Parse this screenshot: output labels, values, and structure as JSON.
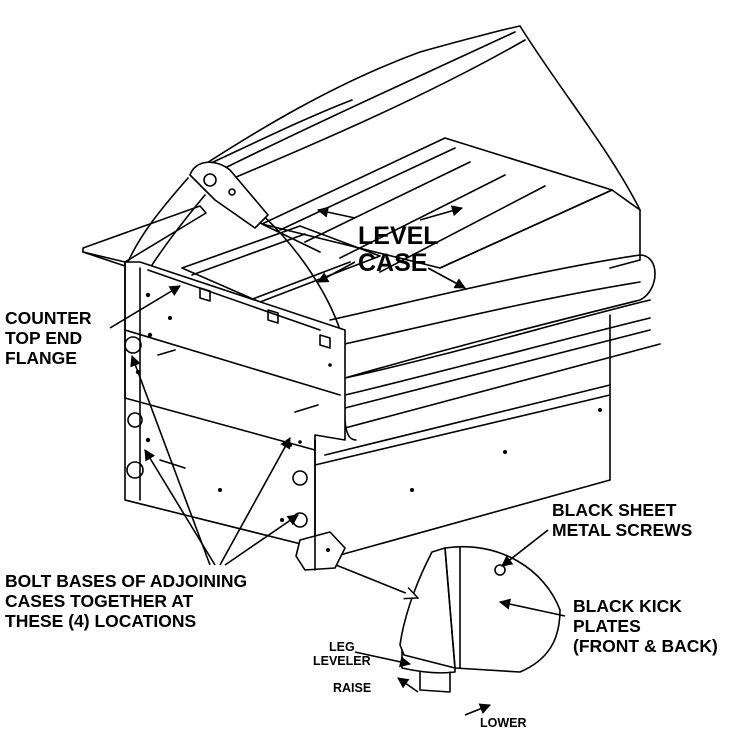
{
  "labels": {
    "level_case": [
      "LEVEL",
      "CASE"
    ],
    "counter_top_end_flange": [
      "COUNTER",
      "TOP END",
      "FLANGE"
    ],
    "bolt_bases": [
      "BOLT BASES OF ADJOINING",
      "CASES TOGETHER AT",
      "THESE (4) LOCATIONS"
    ],
    "black_sheet_metal_screws": [
      "BLACK SHEET",
      "METAL SCREWS"
    ],
    "black_kick_plates": [
      "BLACK KICK",
      "PLATES",
      "(FRONT & BACK)"
    ],
    "leg_leveler": [
      "LEG",
      "LEVELER"
    ],
    "raise": "RAISE",
    "lower": "LOWER"
  },
  "colors": {
    "ink": "#000000",
    "paper": "#ffffff"
  }
}
